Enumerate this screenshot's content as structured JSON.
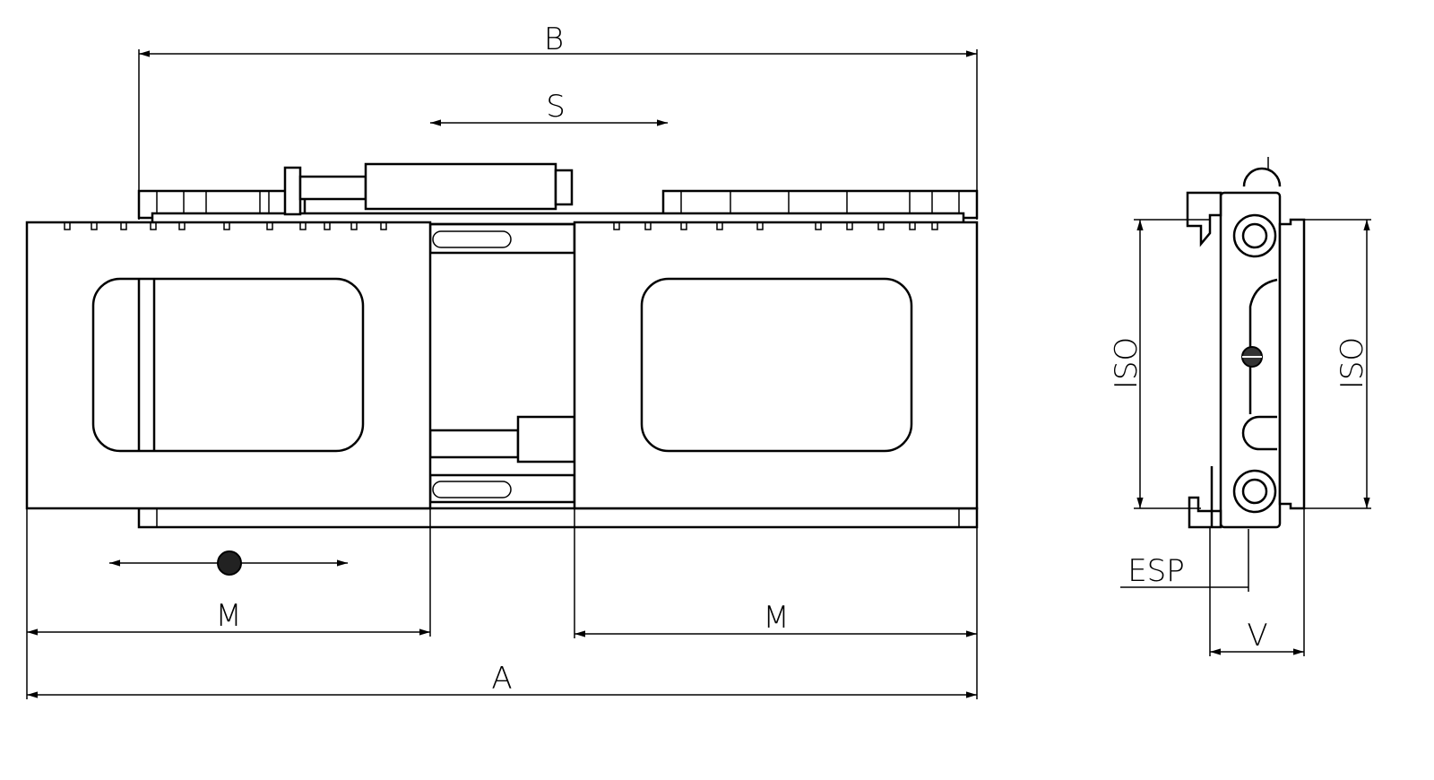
{
  "labels": {
    "b": "B",
    "s": "S",
    "m_left": "M",
    "m_right": "M",
    "a": "A",
    "iso_left": "ISO",
    "iso_right": "ISO",
    "esp": "ESP",
    "v": "V"
  },
  "colors": {
    "line": "#000000",
    "background": "#ffffff"
  }
}
